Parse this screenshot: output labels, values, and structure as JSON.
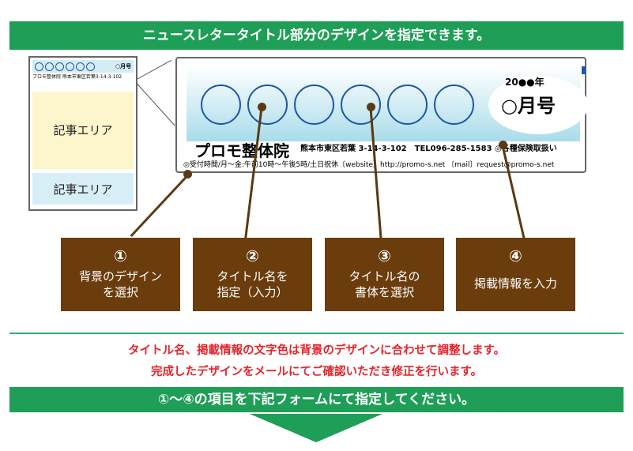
{
  "header": {
    "title": "ニュースレタータイトル部分のデザインを指定できます。"
  },
  "thumbnail": {
    "issue": "○月号",
    "info": "プロモ整体院 熊本市東区若葉3-14-3-102",
    "article_1": "記事エリア",
    "article_2": "記事エリア"
  },
  "preview": {
    "issue_year": "20●●年",
    "issue_month": "○月号",
    "clinic_name": "プロモ整体院",
    "contact": "熊本市東区若葉 3-14-3-102　TEL096-285-1583 ◎各種保険取扱い",
    "hours": "◎受付時間/月～金:午前10時～午後5時/土日祝休〔website〕http://promo-s.net 〔mail〕request@promo-s.net"
  },
  "options": [
    {
      "number": "①",
      "line1": "背景のデザイン",
      "line2": "を選択"
    },
    {
      "number": "②",
      "line1": "タイトル名を",
      "line2": "指定（入力）"
    },
    {
      "number": "③",
      "line1": "タイトル名の",
      "line2": "書体を選択"
    },
    {
      "number": "④",
      "line1": "掲載情報を入力",
      "line2": ""
    }
  ],
  "notes": {
    "line1": "タイトル名、掲載情報の文字色は背景のデザインに合わせて調整します。",
    "line2": "完成したデザインをメールにてご確認いただき修正を行います。"
  },
  "footer": {
    "instruction": "①～④の項目を下記フォームにて指定してください。"
  },
  "colors": {
    "green": "#1e9e56",
    "brown": "#6b3c0c",
    "red": "#e5242b",
    "circle_blue": "#1b57a6"
  }
}
